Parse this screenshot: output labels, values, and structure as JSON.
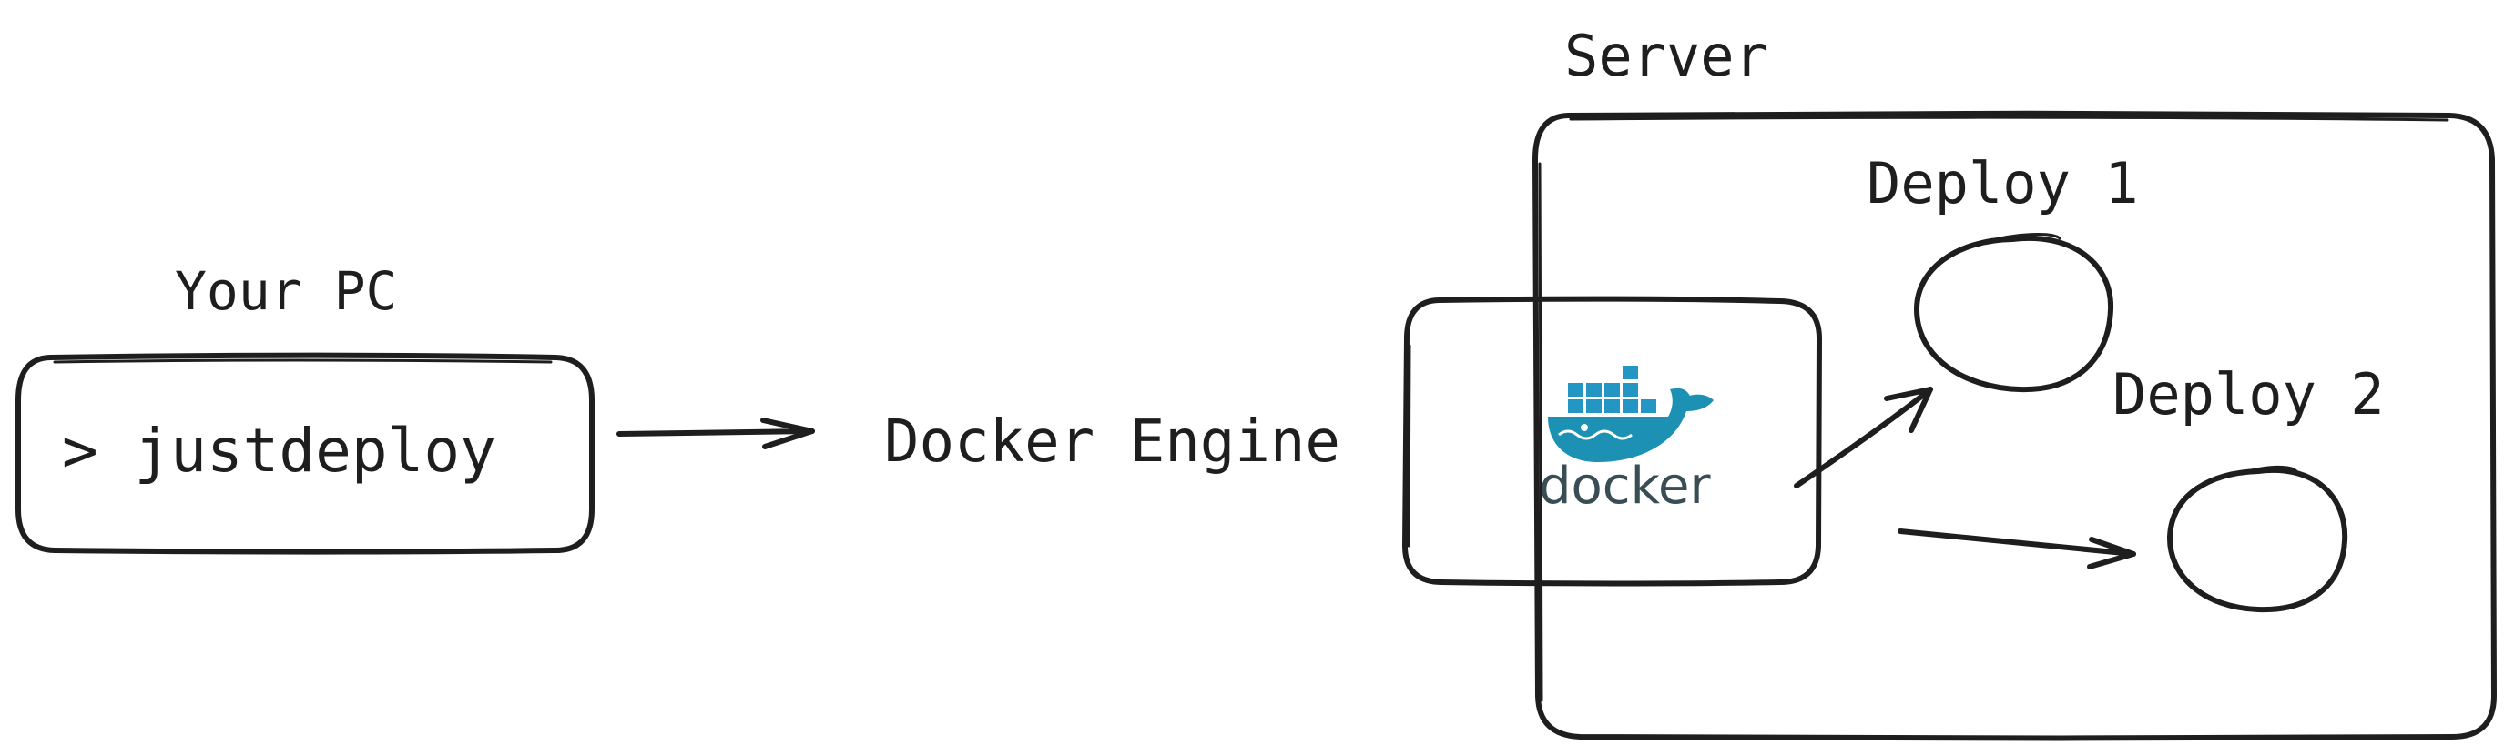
{
  "labels": {
    "your_pc": "Your PC",
    "command": "> justdeploy",
    "docker_engine": "Docker Engine",
    "server": "Server",
    "deploy_1": "Deploy 1",
    "deploy_2": "Deploy 2"
  },
  "docker_logo": {
    "wordmark": "docker",
    "icon": "docker-whale-icon",
    "colors": {
      "whale": "#1d91b4",
      "containers": "#2396c3",
      "wordmark": "#394d54"
    }
  }
}
